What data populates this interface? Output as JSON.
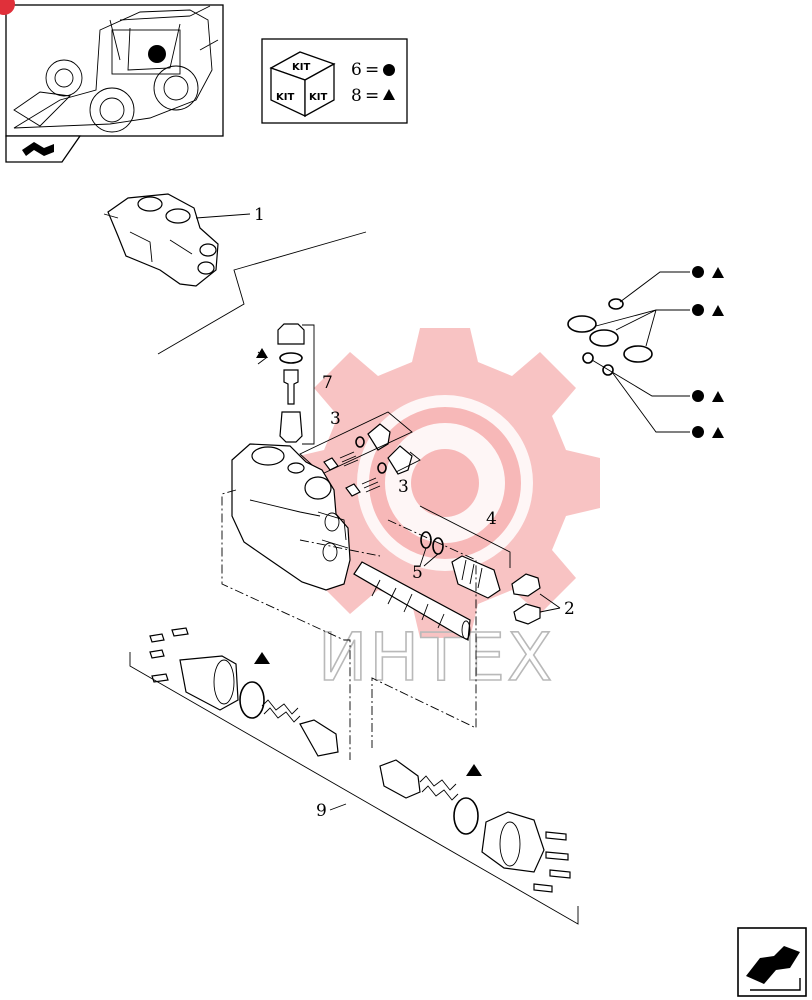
{
  "kit_legend": {
    "kit_word": "KIT",
    "rows": [
      {
        "number": "6",
        "equals": "=",
        "symbol": "circle"
      },
      {
        "number": "8",
        "equals": "=",
        "symbol": "triangle"
      }
    ]
  },
  "callouts": {
    "c1": "1",
    "c2": "2",
    "c3a": "3",
    "c3b": "3",
    "c4": "4",
    "c5": "5",
    "c7": "7",
    "c9": "9"
  },
  "watermark": {
    "text": "ИНТЕХ",
    "colors": {
      "gear": "#f7b8b8",
      "text": "#b9b9b9"
    }
  },
  "icons": {
    "thumbnail": "backhoe-loader-thumbnail",
    "nav_back": "previous-page-arrow-icon",
    "nav_next": "next-page-arrow-icon"
  },
  "colors": {
    "line": "#000000",
    "badge": "#e0303a",
    "background": "#ffffff"
  }
}
